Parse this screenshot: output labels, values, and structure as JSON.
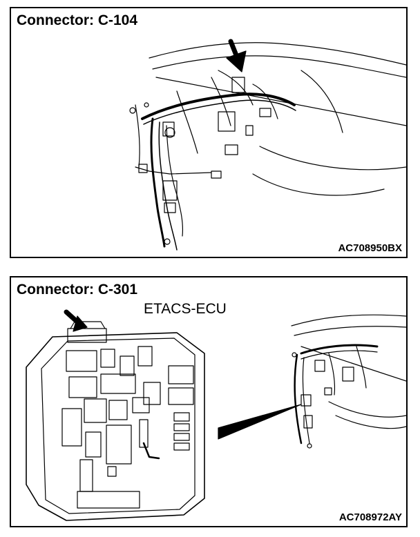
{
  "panels": [
    {
      "title": "Connector: C-104",
      "figure_code": "AC708950BX"
    },
    {
      "title": "Connector: C-301",
      "callout": "ETACS-ECU",
      "figure_code": "AC708972AY"
    }
  ]
}
